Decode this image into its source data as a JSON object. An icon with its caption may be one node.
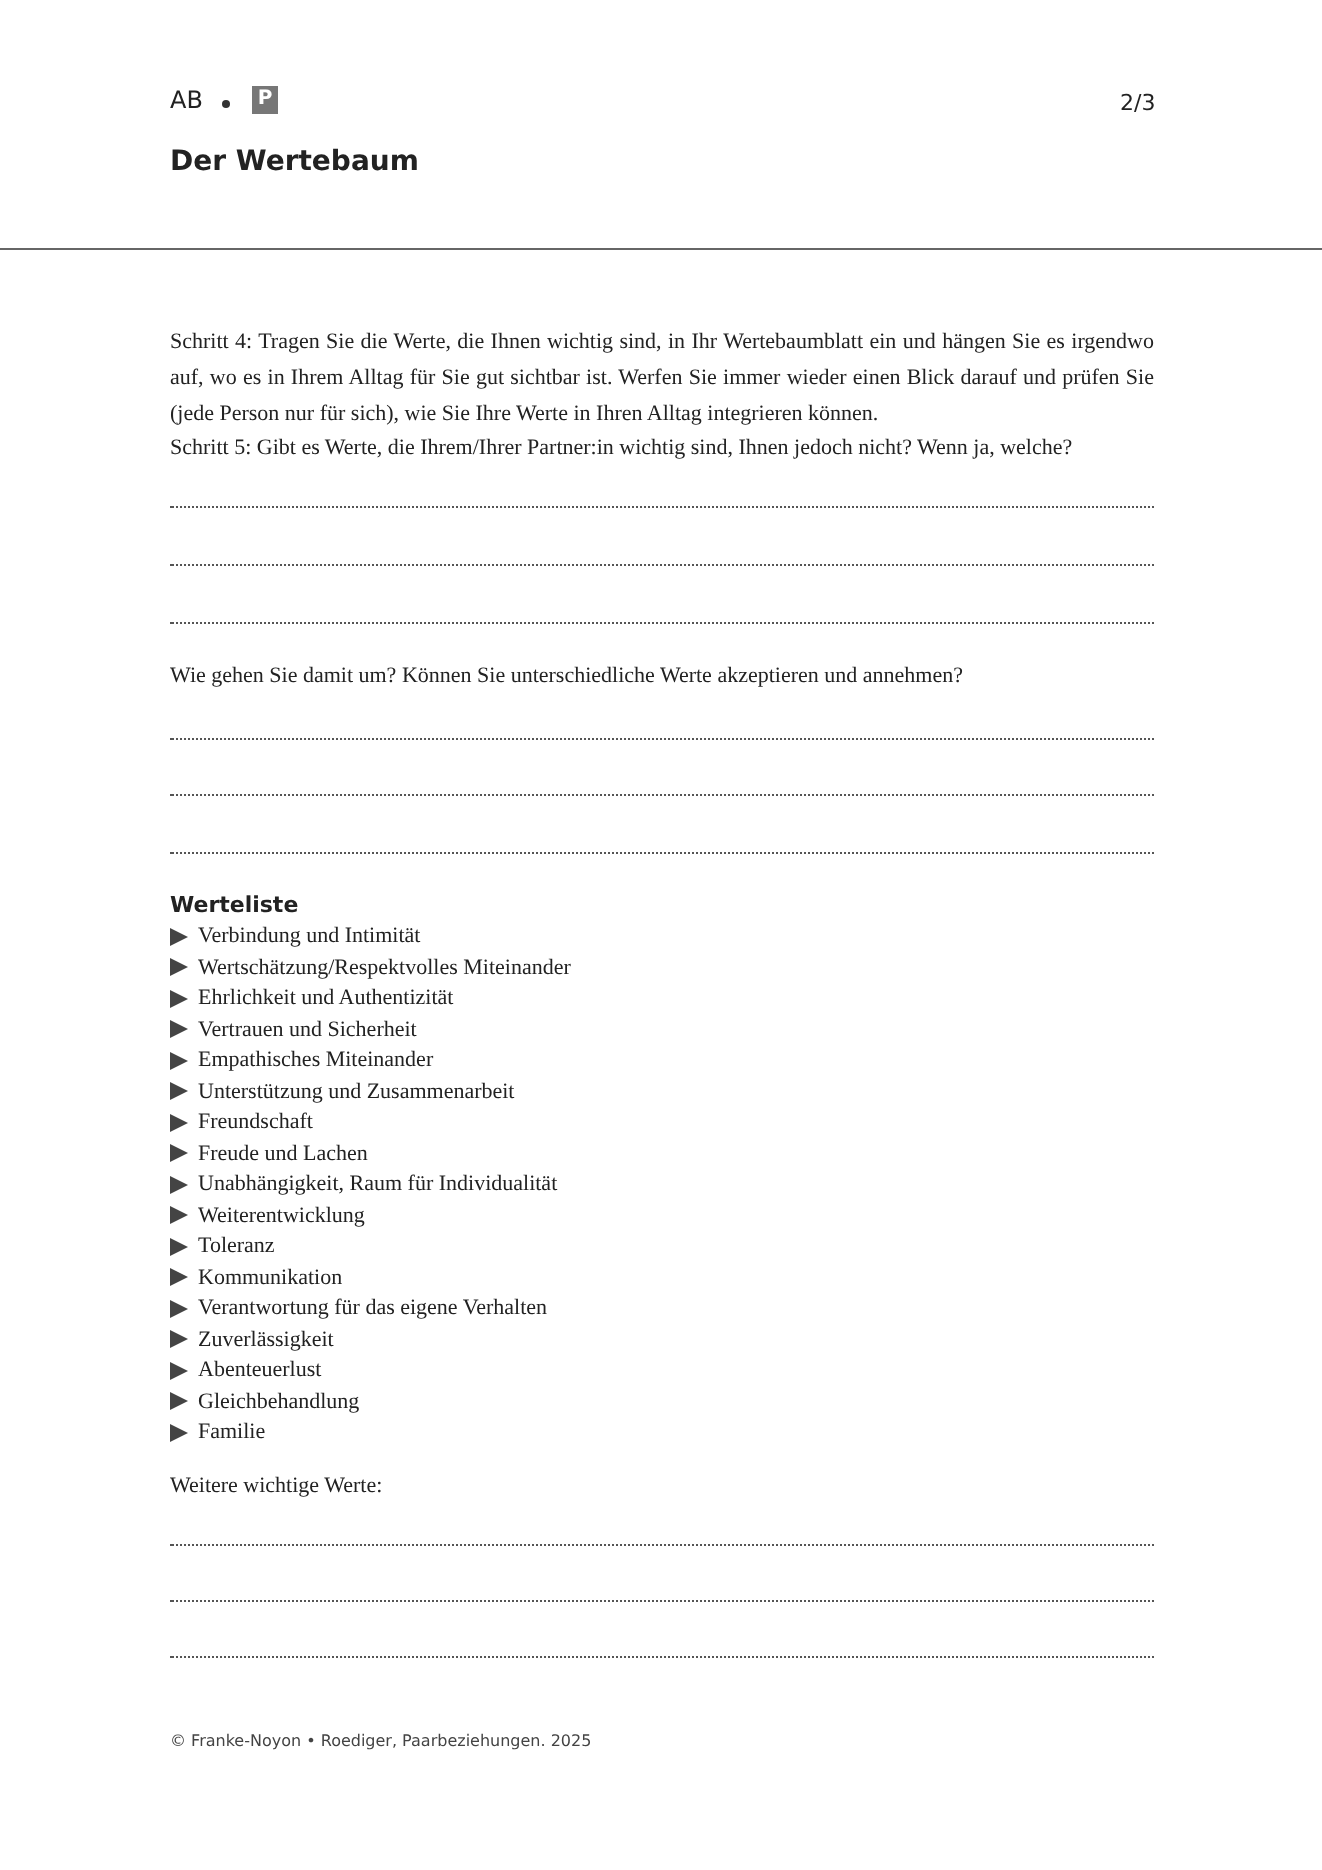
{
  "diagram": {
    "title": "Der Wertebaum",
    "labels": [
      "AB",
      "P",
      "2/3",
      "Schritt 4: Tragen Sie die Werte, die Ihnen wichtig sind, in Ihr Wertebaumblatt ein und hängen Sie es irgendwo auf, wo es in Ihrem Alltag für Sie gut sichtbar ist. Werfen Sie immer wieder einen Blick darauf und prüfen Sie (jede Person nur für sich), wie Sie Ihre Werte in Ihren Alltag integrieren können.",
      "Schritt 5: Gibt es Werte, die Ihrem/Ihrer Partner:in wichtig sind, Ihnen jedoch nicht? Wenn ja, welche?",
      "Wie gehen Sie damit um? Können Sie unterschiedliche Werte akzeptieren und annehmen?",
      "Werteliste",
      "Verbindung und Intimität",
      "Wertschätzung/Respektvolles Miteinander",
      "Ehrlichkeit und Authentizität",
      "Vertrauen und Sicherheit",
      "Empathisches Miteinander",
      "Unterstützung und Zusammenarbeit",
      "Freundschaft",
      "Freude und Lachen",
      "Unabhängigkeit, Raum für Individualität",
      "Weiterentwicklung",
      "Toleranz",
      "Kommunikation",
      "Verantwortung für das eigene Verhalten",
      "Zuverlässigkeit",
      "Abenteuerlust",
      "Gleichbehandlung",
      "Familie",
      "Weitere wichtige Werte:",
      "© Franke-Noyon • Roediger, Paarbeziehungen. 2025"
    ]
  }
}
